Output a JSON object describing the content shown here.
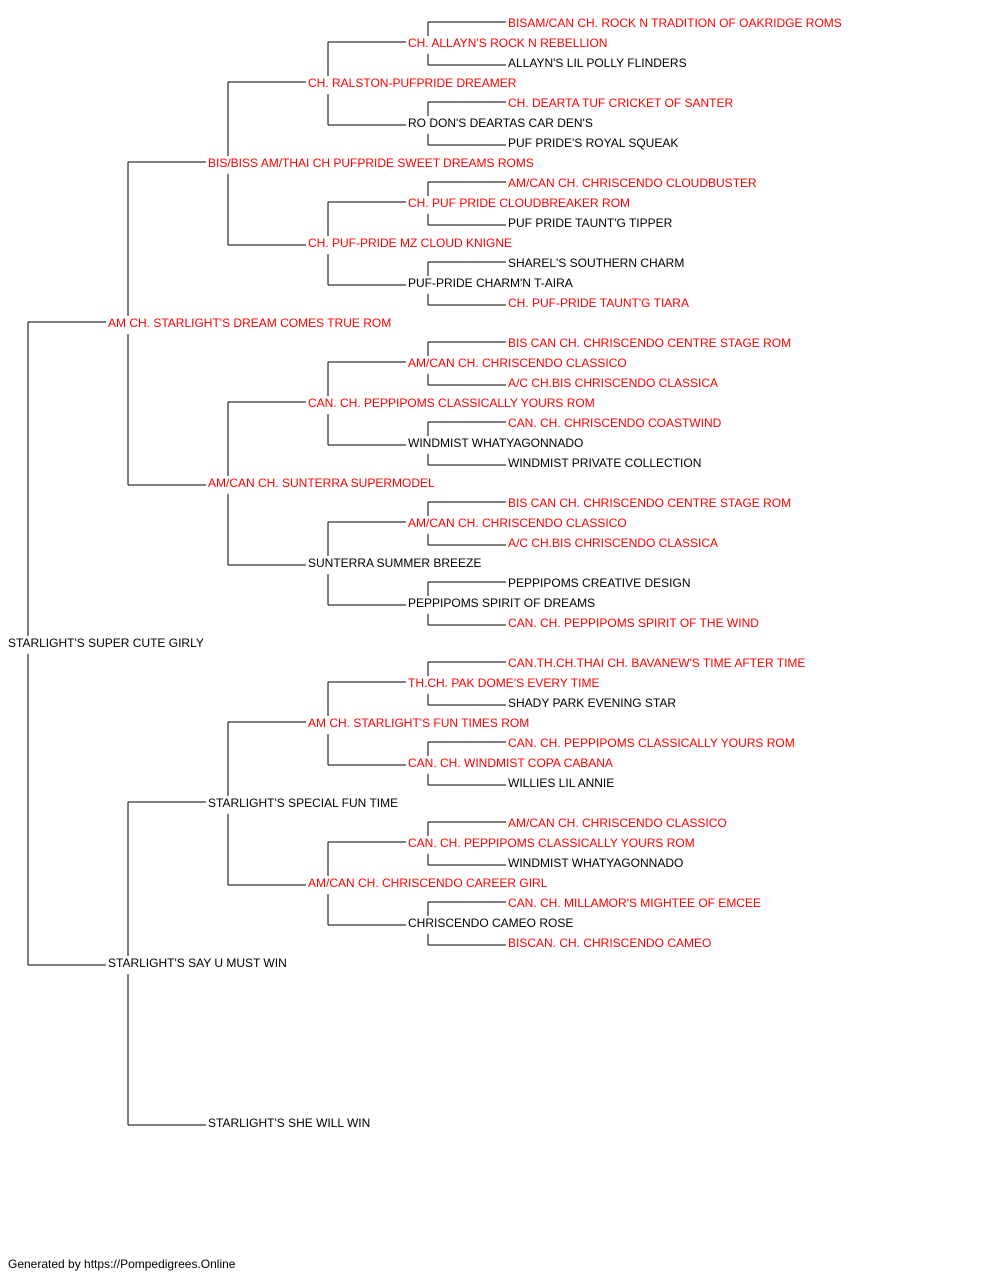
{
  "colors": {
    "champion": "#ff0000",
    "regular": "#000000",
    "connector": "#000000"
  },
  "root": {
    "name": "STARLIGHT'S SUPER CUTE GIRLY",
    "champion": false,
    "children": [
      {
        "name": "AM CH. STARLIGHT'S DREAM COMES TRUE ROM",
        "champion": true,
        "children": [
          {
            "name": "BIS/BISS AM/THAI CH PUFPRIDE SWEET DREAMS ROMS",
            "champion": true,
            "children": [
              {
                "name": "CH. RALSTON-PUFPRIDE DREAMER",
                "champion": true,
                "children": [
                  {
                    "name": "CH. ALLAYN'S ROCK N REBELLION",
                    "champion": true,
                    "children": [
                      {
                        "name": "BISAM/CAN CH. ROCK N TRADITION OF OAKRIDGE ROMS",
                        "champion": true
                      },
                      {
                        "name": "ALLAYN'S LIL POLLY FLINDERS",
                        "champion": false
                      }
                    ]
                  },
                  {
                    "name": "RO DON'S DEARTAS CAR DEN'S",
                    "champion": false,
                    "children": [
                      {
                        "name": "CH. DEARTA TUF CRICKET OF SANTER",
                        "champion": true
                      },
                      {
                        "name": "PUF PRIDE'S ROYAL SQUEAK",
                        "champion": false
                      }
                    ]
                  }
                ]
              },
              {
                "name": "CH. PUF-PRIDE MZ CLOUD KNIGNE",
                "champion": true,
                "children": [
                  {
                    "name": "CH. PUF PRIDE CLOUDBREAKER ROM",
                    "champion": true,
                    "children": [
                      {
                        "name": "AM/CAN CH. CHRISCENDO CLOUDBUSTER",
                        "champion": true
                      },
                      {
                        "name": "PUF PRIDE TAUNT'G TIPPER",
                        "champion": false
                      }
                    ]
                  },
                  {
                    "name": "PUF-PRIDE CHARM'N T-AIRA",
                    "champion": false,
                    "children": [
                      {
                        "name": "SHAREL'S SOUTHERN CHARM",
                        "champion": false
                      },
                      {
                        "name": "CH. PUF-PRIDE TAUNT'G TIARA",
                        "champion": true
                      }
                    ]
                  }
                ]
              }
            ]
          },
          {
            "name": "AM/CAN CH. SUNTERRA SUPERMODEL",
            "champion": true,
            "children": [
              {
                "name": "CAN. CH. PEPPIPOMS CLASSICALLY YOURS ROM",
                "champion": true,
                "children": [
                  {
                    "name": "AM/CAN CH. CHRISCENDO CLASSICO",
                    "champion": true,
                    "children": [
                      {
                        "name": "BIS CAN CH. CHRISCENDO CENTRE STAGE ROM",
                        "champion": true
                      },
                      {
                        "name": "A/C CH.BIS CHRISCENDO CLASSICA",
                        "champion": true
                      }
                    ]
                  },
                  {
                    "name": "WINDMIST WHATYAGONNADO",
                    "champion": false,
                    "children": [
                      {
                        "name": "CAN. CH. CHRISCENDO COASTWIND",
                        "champion": true
                      },
                      {
                        "name": "WINDMIST PRIVATE COLLECTION",
                        "champion": false
                      }
                    ]
                  }
                ]
              },
              {
                "name": "SUNTERRA SUMMER BREEZE",
                "champion": false,
                "children": [
                  {
                    "name": "AM/CAN CH. CHRISCENDO CLASSICO",
                    "champion": true,
                    "children": [
                      {
                        "name": "BIS CAN CH. CHRISCENDO CENTRE STAGE ROM",
                        "champion": true
                      },
                      {
                        "name": "A/C CH.BIS CHRISCENDO CLASSICA",
                        "champion": true
                      }
                    ]
                  },
                  {
                    "name": "PEPPIPOMS SPIRIT OF DREAMS",
                    "champion": false,
                    "children": [
                      {
                        "name": "PEPPIPOMS CREATIVE DESIGN",
                        "champion": false
                      },
                      {
                        "name": "CAN. CH. PEPPIPOMS SPIRIT OF THE WIND",
                        "champion": true
                      }
                    ]
                  }
                ]
              }
            ]
          }
        ]
      },
      {
        "name": "STARLIGHT'S SAY U MUST WIN",
        "champion": false,
        "children": [
          {
            "name": "STARLIGHT'S SPECIAL FUN TIME",
            "champion": false,
            "children": [
              {
                "name": "AM CH. STARLIGHT'S FUN TIMES ROM",
                "champion": true,
                "children": [
                  {
                    "name": "TH.CH. PAK DOME'S EVERY TIME",
                    "champion": true,
                    "children": [
                      {
                        "name": "CAN.TH.CH.THAI CH. BAVANEW'S TIME AFTER TIME",
                        "champion": true
                      },
                      {
                        "name": "SHADY PARK EVENING STAR",
                        "champion": false
                      }
                    ]
                  },
                  {
                    "name": "CAN. CH. WINDMIST COPA CABANA",
                    "champion": true,
                    "children": [
                      {
                        "name": "CAN. CH. PEPPIPOMS CLASSICALLY YOURS ROM",
                        "champion": true
                      },
                      {
                        "name": "WILLIES LIL ANNIE",
                        "champion": false
                      }
                    ]
                  }
                ]
              },
              {
                "name": "AM/CAN CH. CHRISCENDO CAREER GIRL",
                "champion": true,
                "children": [
                  {
                    "name": "CAN. CH. PEPPIPOMS CLASSICALLY YOURS ROM",
                    "champion": true,
                    "children": [
                      {
                        "name": "AM/CAN CH. CHRISCENDO CLASSICO",
                        "champion": true
                      },
                      {
                        "name": "WINDMIST WHATYAGONNADO",
                        "champion": false
                      }
                    ]
                  },
                  {
                    "name": "CHRISCENDO CAMEO ROSE",
                    "champion": false,
                    "children": [
                      {
                        "name": "CAN. CH. MILLAMOR'S MIGHTEE OF EMCEE",
                        "champion": true
                      },
                      {
                        "name": "BISCAN. CH. CHRISCENDO CAMEO",
                        "champion": true
                      }
                    ]
                  }
                ]
              }
            ]
          },
          {
            "name": "STARLIGHT'S SHE WILL WIN",
            "champion": false
          }
        ]
      }
    ]
  },
  "footer": {
    "text": "Generated by https://Pompedigrees.Online"
  }
}
